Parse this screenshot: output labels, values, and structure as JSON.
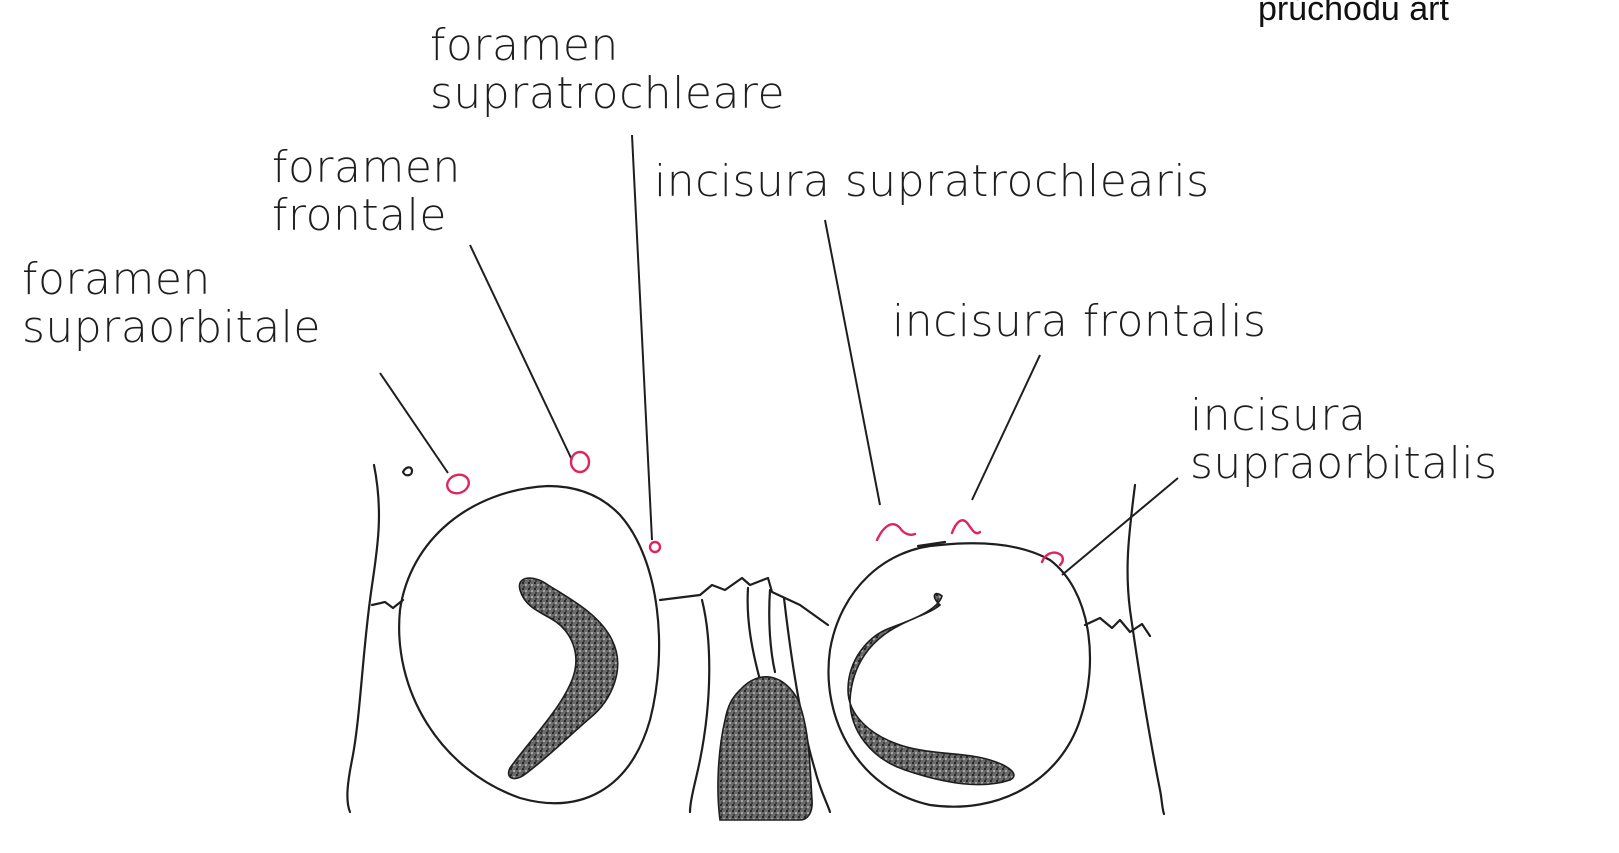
{
  "corner_text": "průchodu art",
  "labels": {
    "foramen_supratrochleare": [
      "foramen",
      "supratrochleare"
    ],
    "foramen_frontale": [
      "foramen",
      "frontale"
    ],
    "foramen_supraorbitale": [
      "foramen",
      "supraorbitale"
    ],
    "incisura_supratrochlearis": "incisura supratrochlearis",
    "incisura_frontalis": "incisura frontalis",
    "incisura_supraorbitalis": [
      "incisura",
      "supraorbitalis"
    ]
  },
  "colors": {
    "ink": "#1e1e1e",
    "highlight": "#e0245e",
    "stipple": "#3a3a3a"
  }
}
